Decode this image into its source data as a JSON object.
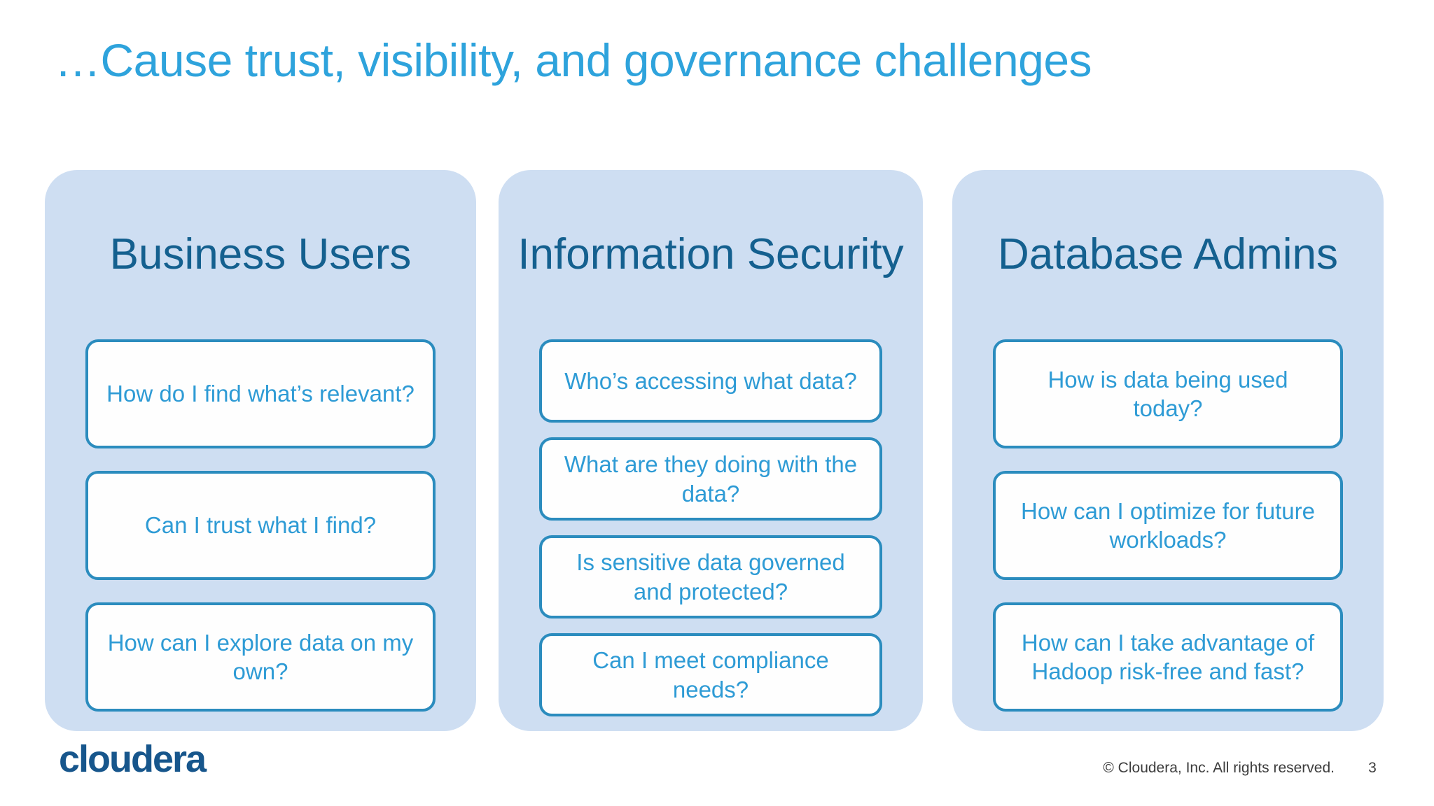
{
  "title": "…Cause trust, visibility, and governance challenges",
  "panels": [
    {
      "title": "Business Users",
      "items": [
        "How do I find what’s relevant?",
        "Can I trust what I find?",
        "How can I explore data on my own?"
      ]
    },
    {
      "title": "Information Security",
      "items": [
        "Who’s accessing what data?",
        "What are they doing with the data?",
        "Is sensitive data governed and protected?",
        "Can I meet compliance needs?"
      ]
    },
    {
      "title": "Database Admins",
      "items": [
        "How is data being used today?",
        "How can I optimize for future workloads?",
        "How can I take advantage of Hadoop risk-free and fast?"
      ]
    }
  ],
  "footer": {
    "logo": "cloudera",
    "copyright": "© Cloudera, Inc. All rights reserved.",
    "page_number": "3"
  },
  "colors": {
    "title_blue": "#2ea3dc",
    "header_navy": "#14608f",
    "box_text_blue": "#2e9bd5",
    "box_border_blue": "#2b8cbe",
    "panel_background": "#cedef2",
    "logo_navy": "#17568c",
    "footer_text": "#3c3c3c"
  }
}
